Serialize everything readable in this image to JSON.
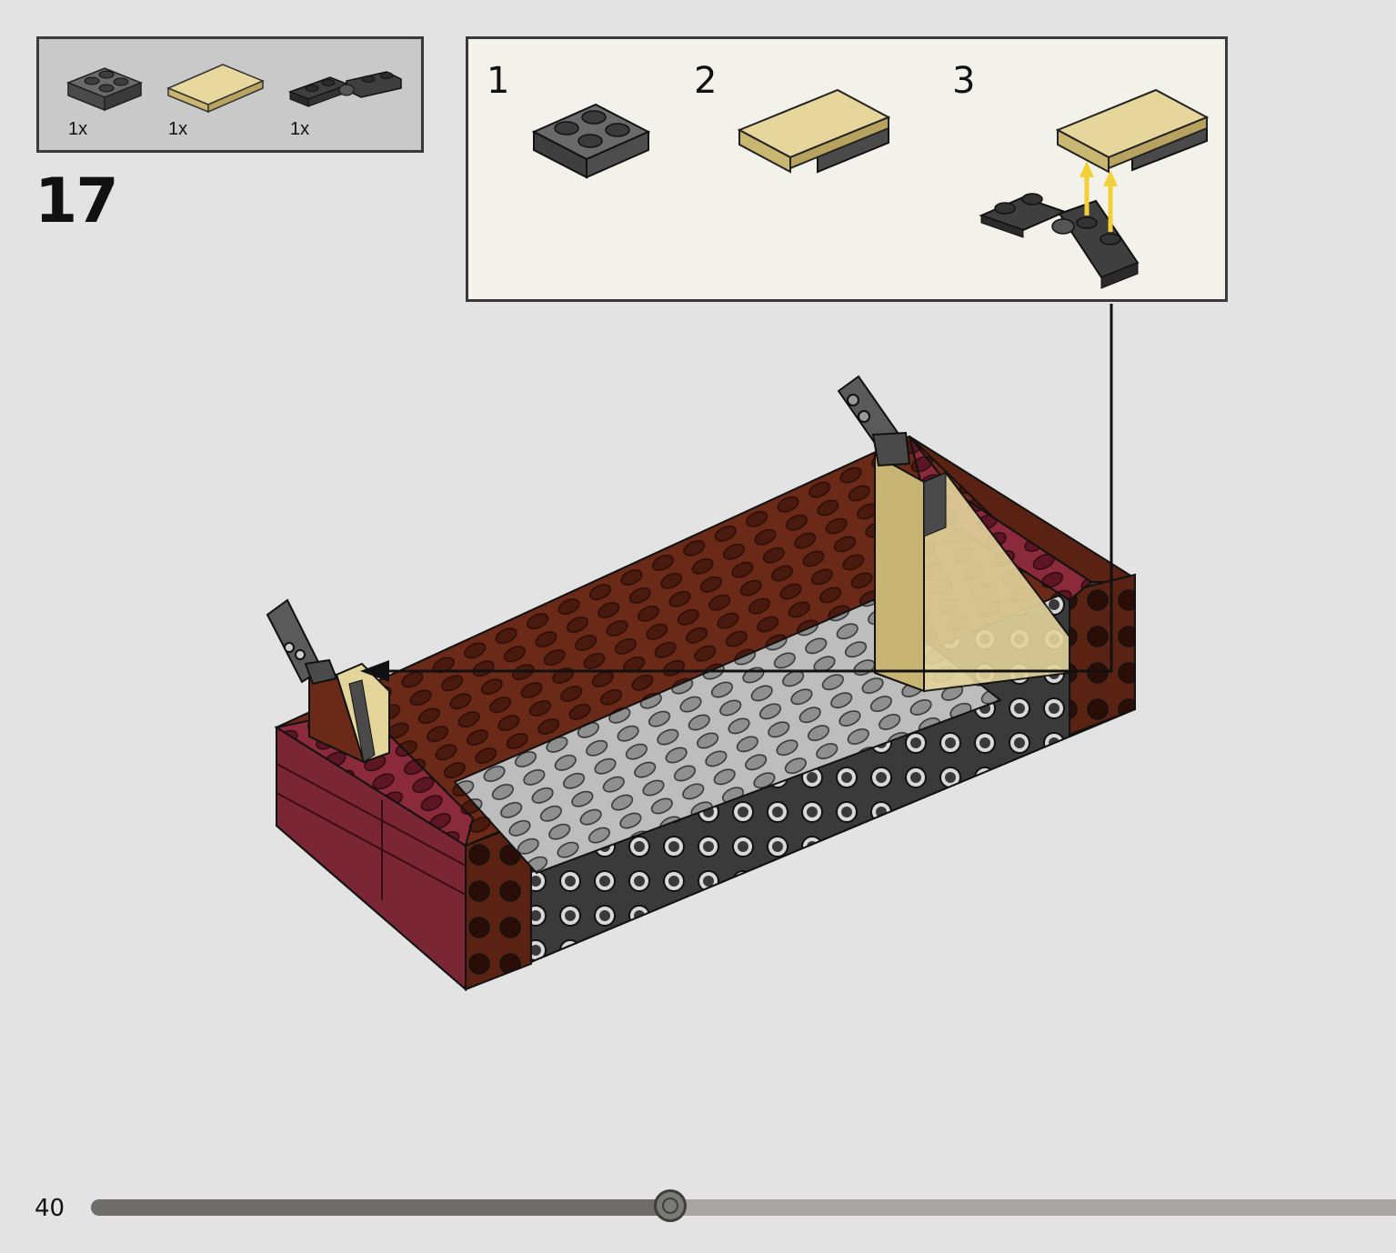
{
  "parts_list": {
    "items": [
      {
        "name": "dark-gray-2x2-plate",
        "qty": "1x"
      },
      {
        "name": "tan-2x2-tile",
        "qty": "1x"
      },
      {
        "name": "dark-gray-hinge-plate",
        "qty": "1x"
      }
    ]
  },
  "step": {
    "number": "17"
  },
  "substeps": [
    {
      "number": "1"
    },
    {
      "number": "2"
    },
    {
      "number": "3"
    }
  ],
  "colors": {
    "dark_gray": "#555555",
    "tan": "#e3d49a",
    "dark_red": "#7a2634",
    "reddish_brown": "#6b2a18",
    "light_gray": "#a9a9a9",
    "arrow_yellow": "#f3d037",
    "page_bg": "#e3e3e3"
  },
  "footer": {
    "page_number": "40",
    "progress_percent": 44.4
  }
}
